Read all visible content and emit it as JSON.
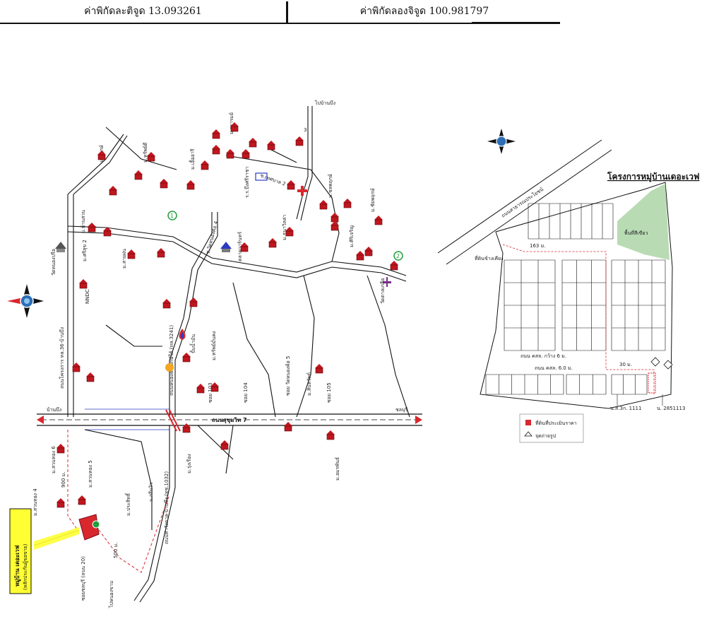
{
  "coordinates": {
    "latitude": "ค่าพิกัดละติจูด 13.093261",
    "longitude": "ค่าพิกัดลองจิจูด 100.981797"
  },
  "location_map": {
    "callout": {
      "line1": "หมู่บ้าน เดอะเวฟ",
      "line2": "(หลักประกันผู้ขอขาย)"
    },
    "roads": {
      "main_road": "ถนนสุขุมวิท 7",
      "road_36": "ถนนโครงการ ทล.36-บ้านบึง",
      "road_3241": "ถนนหนองค้อ-ปักษ์ใต้ (ทล.3241)",
      "road_vertical": "ถนนท่าวังตาล-บ้านบึง (ทช.1032)",
      "road_5": "ซอย วัดหนองค้อ 5",
      "road_south": "ซอยชลบุรี (ถนน 20)"
    },
    "distances": {
      "d_900": "900 ม.",
      "d_500": "500 ม."
    },
    "direction_labels": {
      "to_left": "บ้านบึง",
      "to_right": "ชลบุรี",
      "to_top": "ไปบ้านบึง",
      "to_bottom": "ไปหนองขาม"
    },
    "landmarks": {
      "wat": "วัดหนองปรือ",
      "nndc": "NNDC",
      "school": "ร.ร.บึงศรีราชา",
      "market": "ตลาดวารินทร์",
      "gas": "ปั้มน้ำมัน",
      "temple2": "วัดตาลเกลือ",
      "marker_1": "1",
      "marker_2": "2",
      "marker_3": "3"
    },
    "villages": [
      "ม.พฤกษ์",
      "ม.ทรัพย์ดี",
      "ม.เอื้ออารี",
      "ม.วรารมย์",
      "ม.ธนาวิลล่า",
      "ม.ชลพฤกษ์",
      "ม.สายฝน",
      "ม.บ้านสวน",
      "ม.ชัยพฤกษ์",
      "ม.ศรีสุข 2",
      "ม.สวนทอง 6",
      "ม.สวนทอง 5",
      "ม.สวนทอง 4",
      "ม.ประสิทธิ์",
      "ม.กรีนวิว",
      "ม.รุ่งเรือง",
      "ม.ทรัพย์มั่นคง",
      "ม.สินทรัพย์",
      "ม.อมรพันธ์",
      "ม.ศิริเจริญ"
    ],
    "road_labels": [
      "ซอย 103",
      "ซอย 104",
      "ซอย 105",
      "ซ.วัดหนองค้อ 4",
      "ซ.เทศบาล 2"
    ]
  },
  "site_plan": {
    "title": "โครงการหมู่บ้านเดอะเวฟ",
    "road_top": "ถนนสาธารณประโยชน์",
    "green_area": "พื้นที่สีเขียว",
    "label_left": "ที่ดินข้างเคียง",
    "label_center": "ถนน คสล. กว้าง 6 ม.",
    "label_bottom": "ถนน คสล. 6.0 ม.",
    "lot_a": "น.ส.3ก. 1111",
    "lot_b": "น. 2851113",
    "dim_a": "30 ม.",
    "dim_b": "163 ม.",
    "legend_1": "ที่ดินที่ประเมินราคา",
    "legend_2": "จุดถ่ายรูป"
  },
  "colors": {
    "house_icon": "#c0161e",
    "road_red": "#d9272e",
    "road_blue": "#2b3cc4",
    "callout_bg": "#ffff33",
    "green_area": "#b9dbb4",
    "marker_green": "#21a03c"
  }
}
